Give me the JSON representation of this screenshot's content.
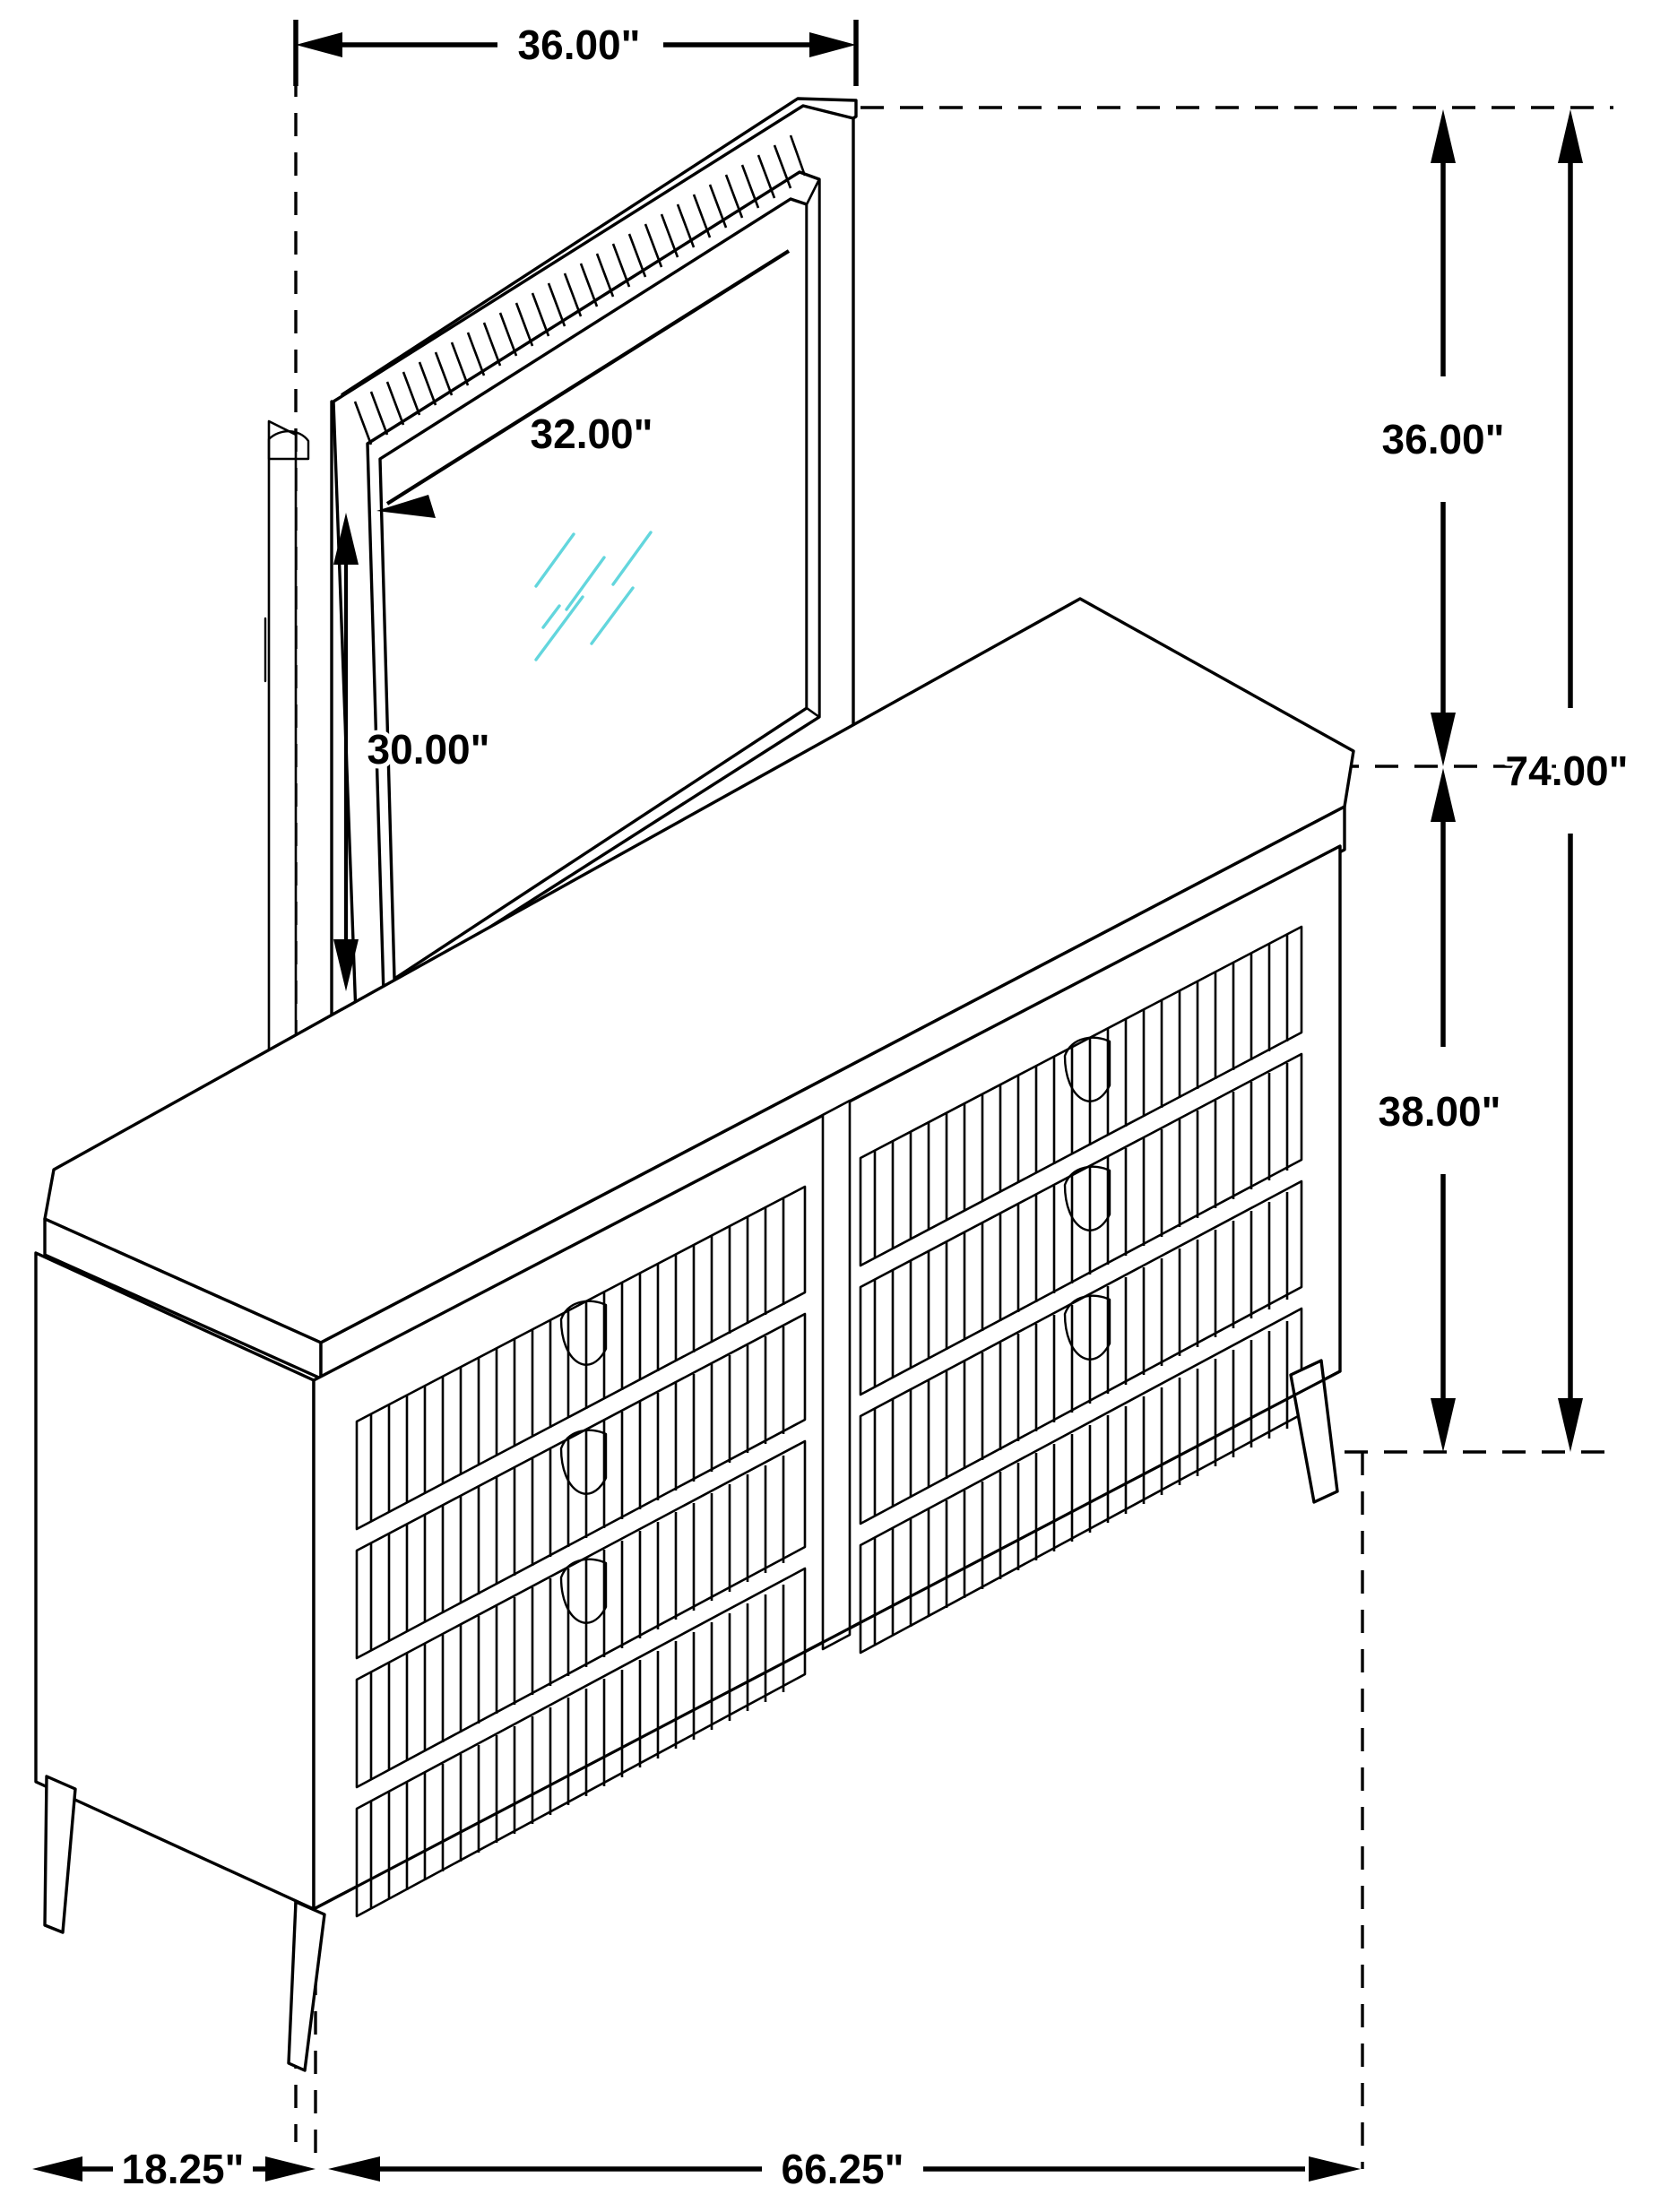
{
  "drawing": {
    "title": "Dresser with Mirror Dimension Drawing",
    "units": "inches",
    "line_color": "#000000",
    "background_color": "#ffffff",
    "glass_highlight_color": "#63d6dd"
  },
  "dimensions": {
    "mirror_overall_width": "36.00\"",
    "mirror_glass_width": "32.00\"",
    "mirror_glass_height": "30.00\"",
    "mirror_frame_height": "36.00\"",
    "total_height": "74.00\"",
    "dresser_height": "38.00\"",
    "dresser_depth": "18.25\"",
    "dresser_width": "66.25\""
  },
  "labels": [
    {
      "id": "mirror-width",
      "text": "36.00\"",
      "orientation": "horizontal",
      "position": "top"
    },
    {
      "id": "glass-width",
      "text": "32.00\"",
      "orientation": "diagonal",
      "position": "mirror-upper"
    },
    {
      "id": "glass-height",
      "text": "30.00\"",
      "orientation": "vertical",
      "position": "mirror-left"
    },
    {
      "id": "mirror-height",
      "text": "36.00\"",
      "orientation": "vertical",
      "position": "right-inner"
    },
    {
      "id": "total-height",
      "text": "74.00\"",
      "orientation": "vertical",
      "position": "right-outer"
    },
    {
      "id": "dresser-height",
      "text": "38.00\"",
      "orientation": "vertical",
      "position": "right-inner"
    },
    {
      "id": "dresser-depth",
      "text": "18.25\"",
      "orientation": "horizontal",
      "position": "bottom-left"
    },
    {
      "id": "dresser-width",
      "text": "66.25\"",
      "orientation": "horizontal",
      "position": "bottom-right"
    }
  ],
  "furniture": {
    "type": "dresser-with-mirror",
    "drawer_count": 8,
    "drawer_columns": 2,
    "drawer_rows": 4,
    "panel_style": "fluted",
    "leg_style": "tapered",
    "mirror_frame_style": "fluted rectangular"
  }
}
